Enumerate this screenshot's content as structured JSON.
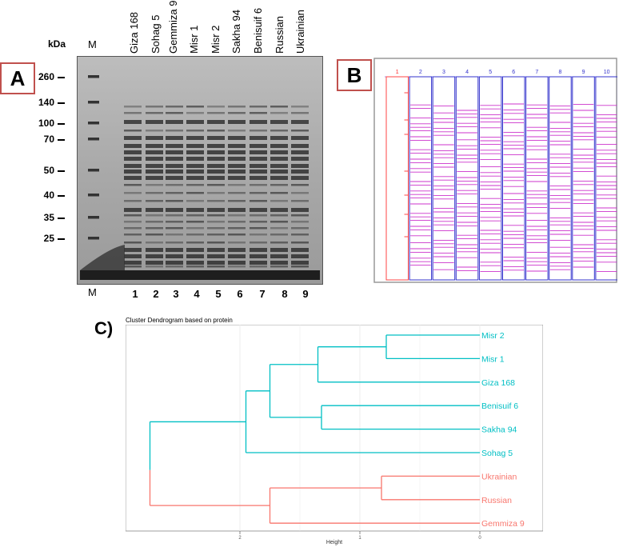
{
  "panelA": {
    "label": "A",
    "kda_label": "kDa",
    "marker_top": "M",
    "marker_bottom": "M",
    "mw_markers": [
      "260",
      "140",
      "100",
      "70",
      "50",
      "40",
      "35",
      "25"
    ],
    "lane_names": [
      "Giza 168",
      "Sohag 5",
      "Gemmiza 9",
      "Misr 1",
      "Misr 2",
      "Sakha 94",
      "Benisuif 6",
      "Russian",
      "Ukrainian"
    ],
    "lane_numbers": [
      "1",
      "2",
      "3",
      "4",
      "5",
      "6",
      "7",
      "8",
      "9"
    ]
  },
  "panelB": {
    "label": "B",
    "lane_numbers": [
      "1",
      "2",
      "3",
      "4",
      "5",
      "6",
      "7",
      "8",
      "9",
      "10"
    ]
  },
  "panelC": {
    "label": "C)",
    "title": "Cluster Dendrogram based on protein",
    "xlabel": "Height",
    "ticks": [
      "2",
      "1",
      "0"
    ],
    "leaves": [
      {
        "name": "Misr 2",
        "color": "#00bfc4"
      },
      {
        "name": "Misr 1",
        "color": "#00bfc4"
      },
      {
        "name": "Giza 168",
        "color": "#00bfc4"
      },
      {
        "name": "Benisuif 6",
        "color": "#00bfc4"
      },
      {
        "name": "Sakha 94",
        "color": "#00bfc4"
      },
      {
        "name": "Sohag 5",
        "color": "#00bfc4"
      },
      {
        "name": "Ukrainian",
        "color": "#f8766d"
      },
      {
        "name": "Russian",
        "color": "#f8766d"
      },
      {
        "name": "Gemmiza 9",
        "color": "#f8766d"
      }
    ],
    "merges": [
      {
        "a": "Misr 2",
        "b": "Misr 1",
        "height": 0.78
      },
      {
        "a": "Misr 2+Misr 1",
        "b": "Giza 168",
        "height": 1.35
      },
      {
        "a": "Benisuif 6",
        "b": "Sakha 94",
        "height": 1.32
      },
      {
        "a": "Misr 2+Misr 1+Giza 168",
        "b": "Benisuif 6+Sakha 94",
        "height": 1.75
      },
      {
        "a": "cluster",
        "b": "Sohag 5",
        "height": 1.95
      },
      {
        "a": "Ukrainian",
        "b": "Russian",
        "height": 0.82
      },
      {
        "a": "Ukrainian+Russian",
        "b": "Gemmiza 9",
        "height": 1.75
      },
      {
        "a": "cyan-group",
        "b": "red-group",
        "height": 2.75
      }
    ],
    "colors": {
      "cyan": "#00bfc4",
      "red": "#f8766d"
    }
  }
}
